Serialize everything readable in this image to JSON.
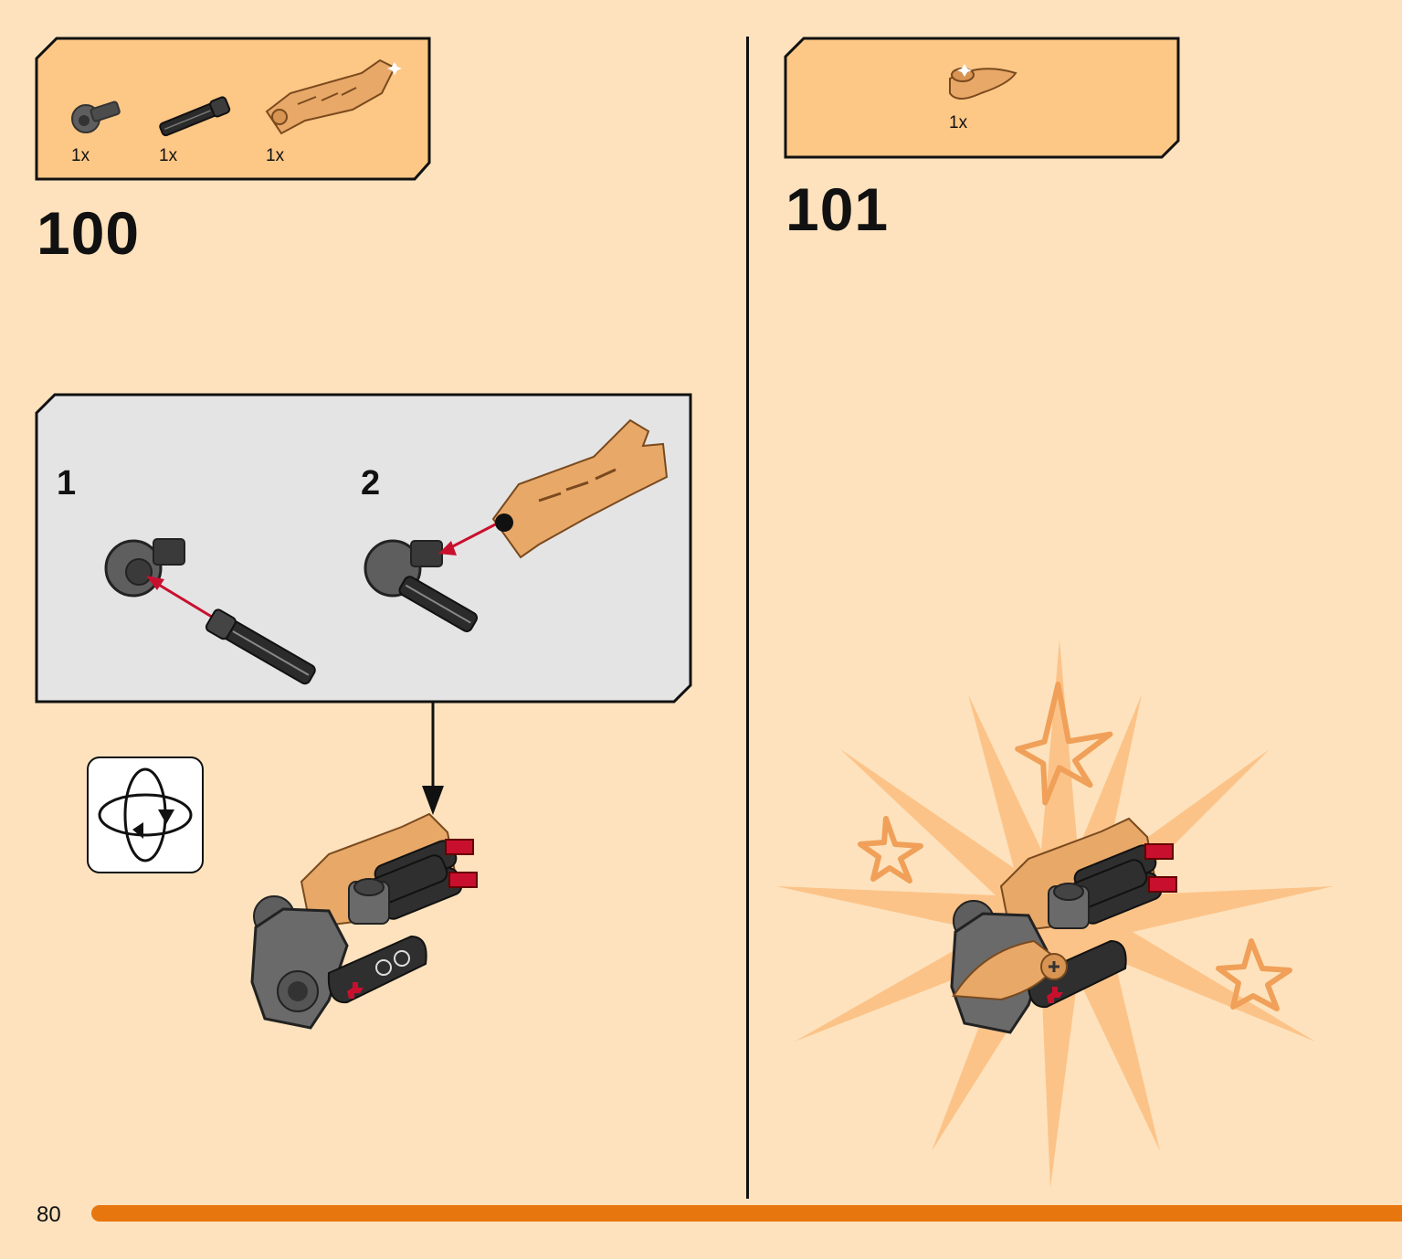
{
  "page": {
    "number": "80"
  },
  "steps": [
    {
      "number": "100",
      "parts": [
        {
          "qty": "1x",
          "name": "dark-gray-connector-part"
        },
        {
          "qty": "1x",
          "name": "black-axle-part"
        },
        {
          "qty": "1x",
          "name": "gold-wing-part"
        }
      ],
      "sub_steps": [
        "1",
        "2"
      ]
    },
    {
      "number": "101",
      "parts": [
        {
          "qty": "1x",
          "name": "gold-cone-part"
        }
      ]
    }
  ],
  "colors": {
    "background": "#fde2bd",
    "parts_box": "#fdc786",
    "sub_box": "#e4e4e4",
    "accent": "#e8760f",
    "gold": "#e8a868",
    "dark_gray": "#5a5a5a",
    "red": "#c8102e"
  }
}
